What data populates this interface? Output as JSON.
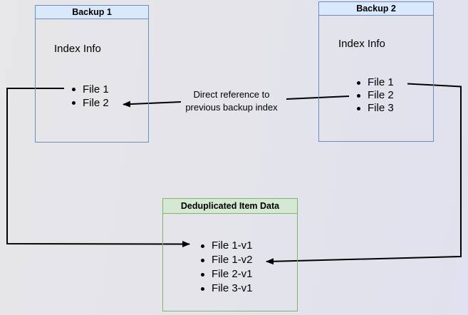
{
  "diagram": {
    "backup1": {
      "title": "Backup 1",
      "subtitle": "Index Info",
      "files": [
        "File 1",
        "File 2"
      ]
    },
    "backup2": {
      "title": "Backup 2",
      "subtitle": "Index Info",
      "files": [
        "File 1",
        "File 2",
        "File 3"
      ]
    },
    "dedup": {
      "title": "Deduplicated Item Data",
      "files": [
        "File 1-v1",
        "File 1-v2",
        "File 2-v1",
        "File 3-v1"
      ]
    },
    "annotation": {
      "line1": "Direct reference to",
      "line2": "previous backup index"
    },
    "colors": {
      "blue_fill": "#dae8fc",
      "blue_border": "#6c8ebf",
      "green_fill": "#d5e8d4",
      "green_border": "#82b366",
      "arrow": "#000000",
      "text": "#000000"
    }
  }
}
